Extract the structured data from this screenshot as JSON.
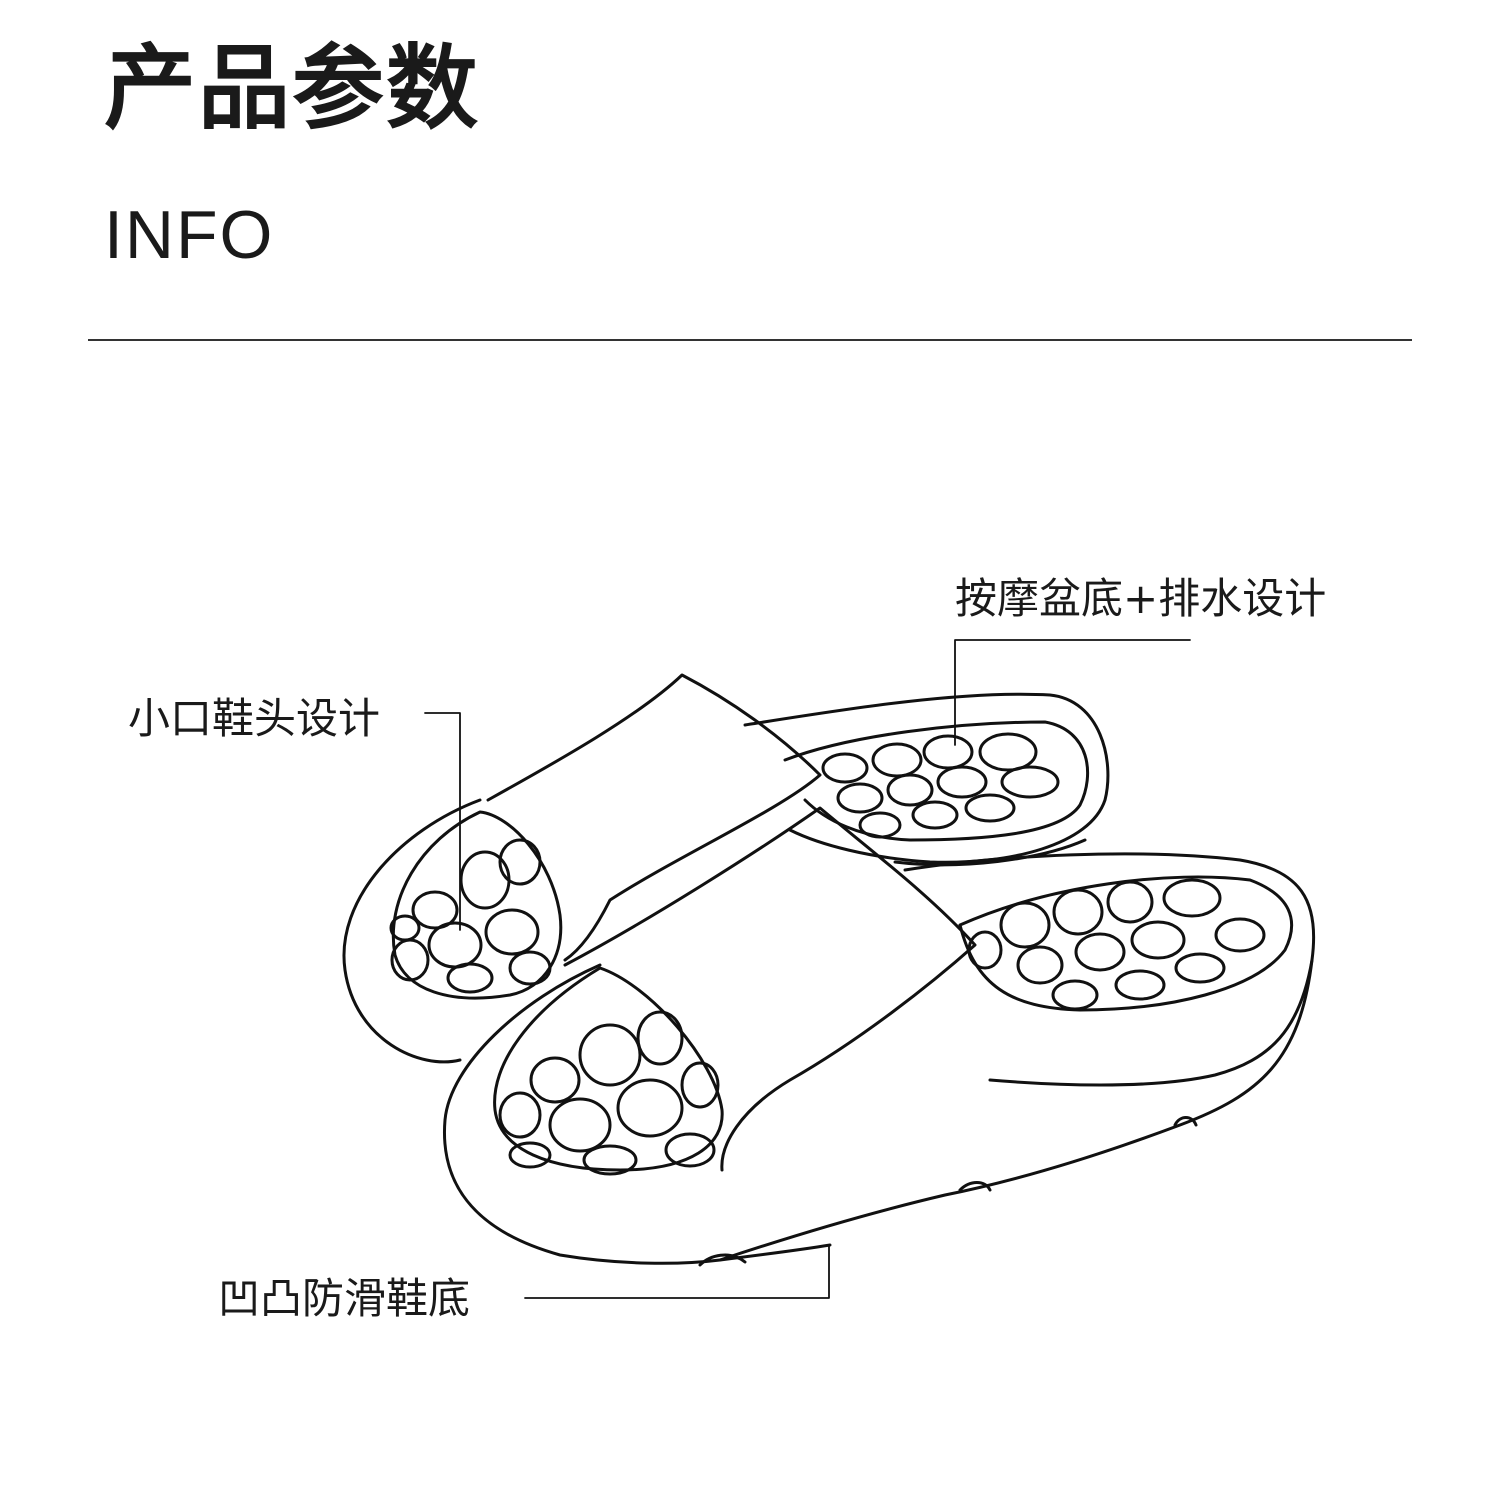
{
  "header": {
    "title_cn": "产品参数",
    "title_en": "INFO"
  },
  "callouts": {
    "massage_drain": "按摩盆底+排水设计",
    "small_toe": "小口鞋头设计",
    "anti_slip_sole": "凹凸防滑鞋底"
  },
  "illustration": {
    "subject": "slide-sandal-pair",
    "style": "line-drawing",
    "stroke_color": "#111111",
    "background_color": "#ffffff"
  }
}
